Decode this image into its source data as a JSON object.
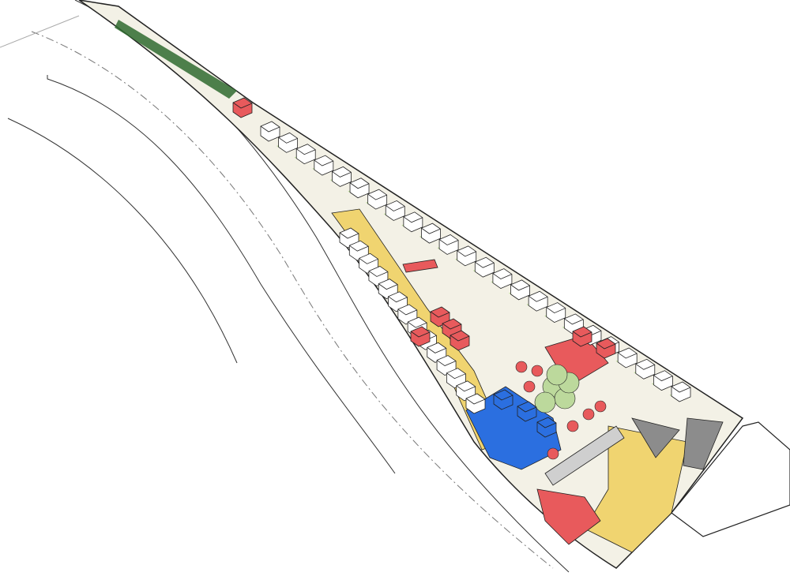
{
  "diagram": {
    "type": "axonometric site plan",
    "colors": {
      "red": "#e85a5c",
      "blue": "#2b6fe0",
      "yellow": "#f0d470",
      "light_green": "#bcd99c",
      "dark_green": "#2f6b2f",
      "grey": "#8c8c8c",
      "paving": "#f3f1e6",
      "outline": "#222222"
    },
    "house_count_upper_row": 24,
    "house_count_lower_row": 14
  }
}
